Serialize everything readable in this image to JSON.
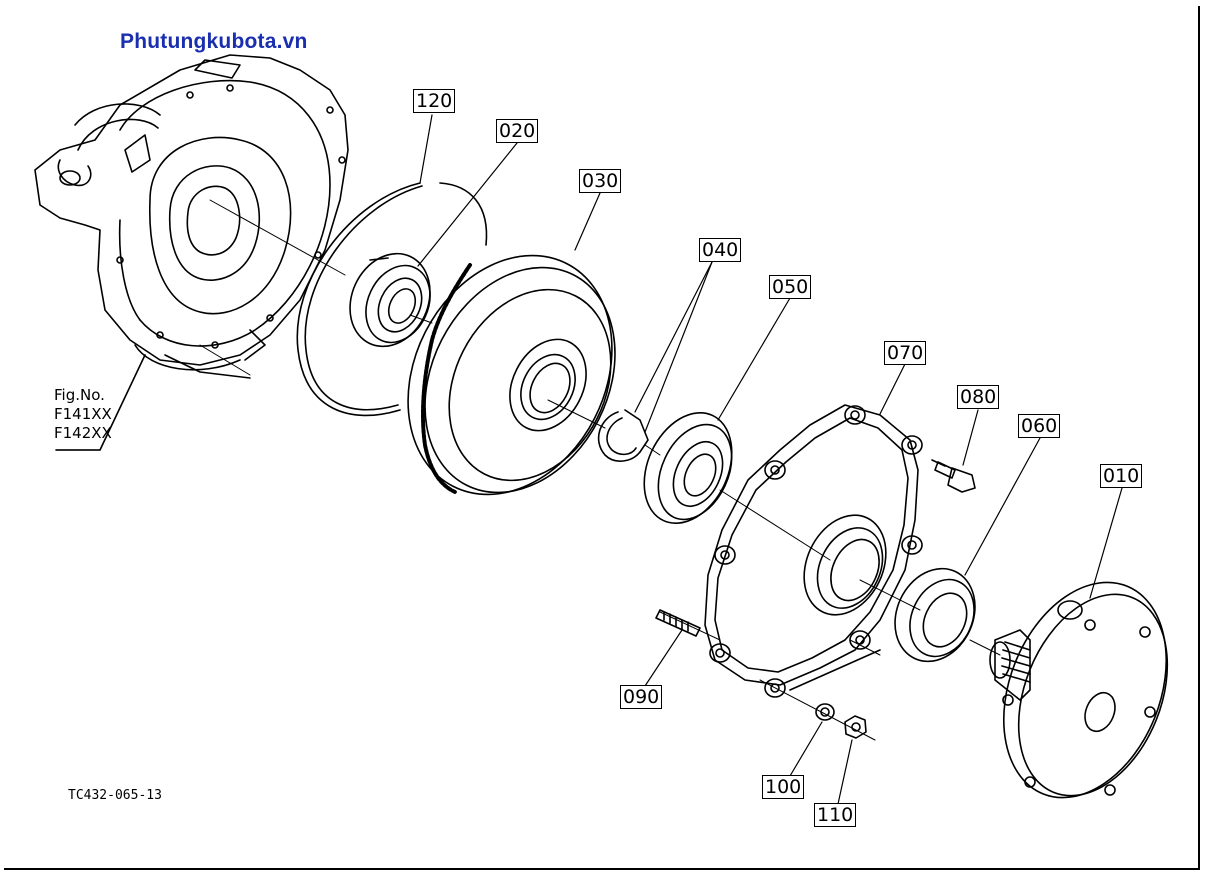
{
  "watermark": "Phutungkubota.vn",
  "figure": {
    "heading": "Fig.No.",
    "numbers": [
      "F141XX",
      "F142XX"
    ]
  },
  "drawing_code": "TC432-065-13",
  "callouts": {
    "p120": "120",
    "p020": "020",
    "p030": "030",
    "p040": "040",
    "p050": "050",
    "p070": "070",
    "p080": "080",
    "p060": "060",
    "p010": "010",
    "p090": "090",
    "p100": "100",
    "p110": "110"
  }
}
